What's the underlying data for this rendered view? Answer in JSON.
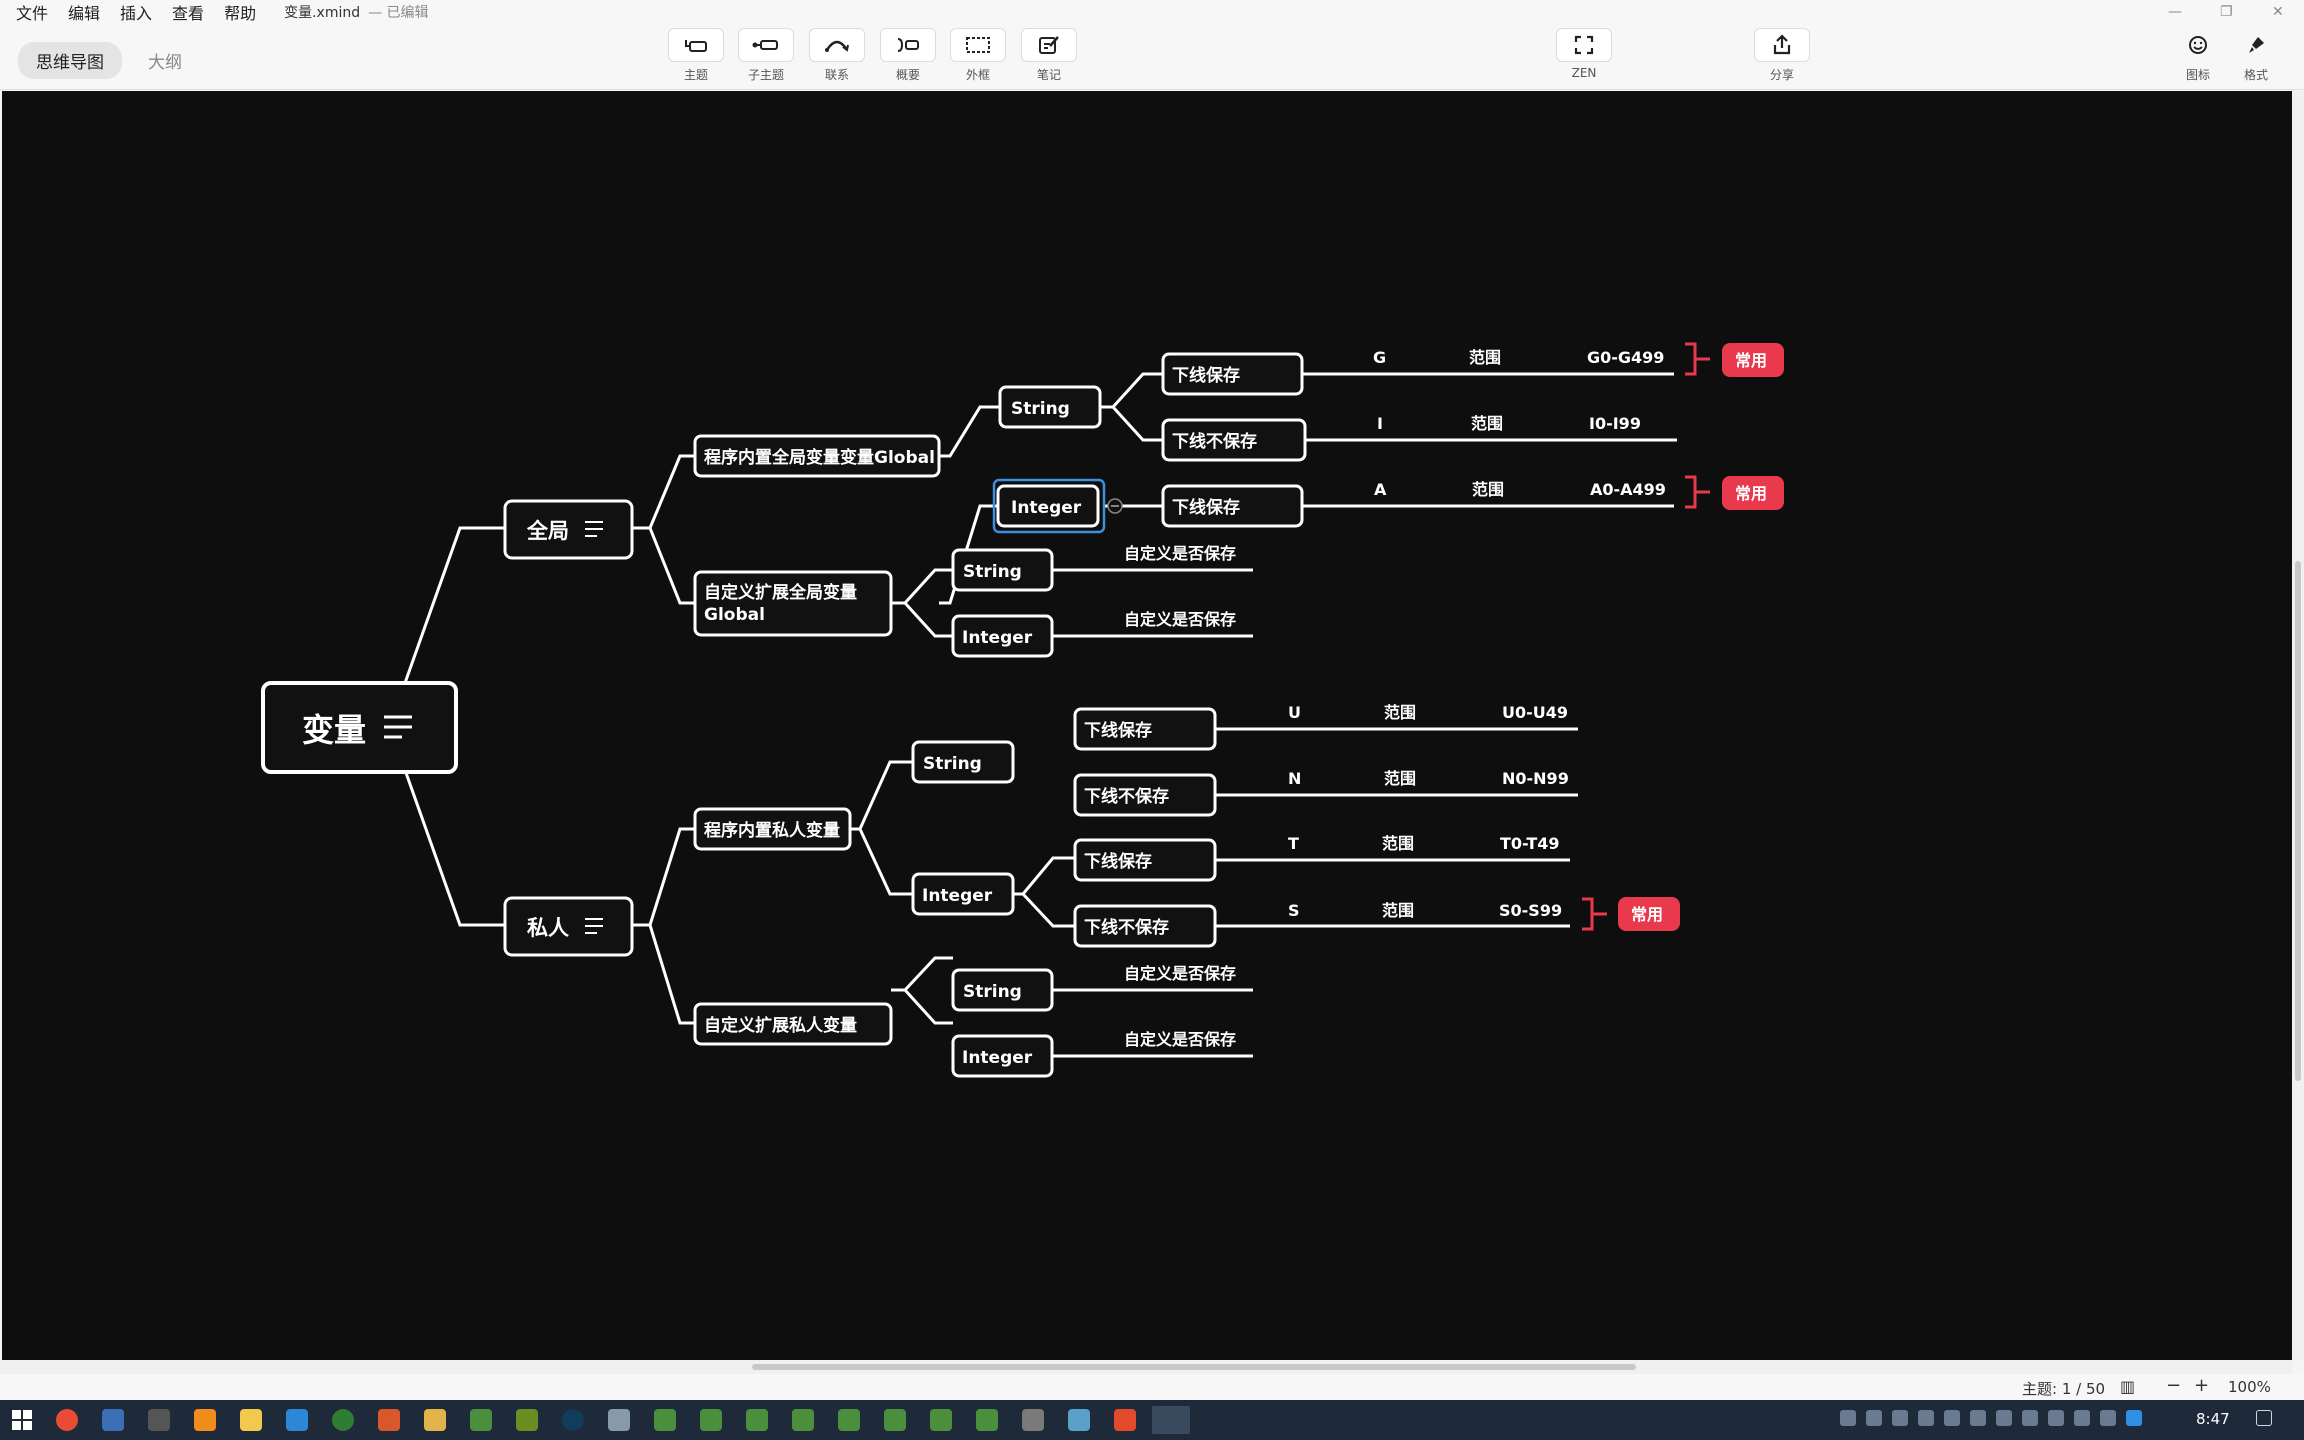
{
  "menu": [
    "文件",
    "编辑",
    "插入",
    "查看",
    "帮助"
  ],
  "document": {
    "filename": "变量.xmind",
    "status": "— 已编辑"
  },
  "view_tabs": {
    "mindmap": "思维导图",
    "outline": "大纲"
  },
  "toolbar": {
    "topic": "主题",
    "subtopic": "子主题",
    "relation": "联系",
    "summary": "概要",
    "boundary": "外框",
    "note": "笔记",
    "zen": "ZEN",
    "share": "分享",
    "icon": "图标",
    "format": "格式"
  },
  "mindmap": {
    "root": "变量",
    "global": {
      "label": "全局",
      "builtin": {
        "label": "程序内置全局变量变量Global",
        "string": {
          "label": "String",
          "save": {
            "label": "下线保存",
            "letter": "G",
            "range_label": "范围",
            "range": "G0-G499",
            "tag": "常用"
          },
          "nosave": {
            "label": "下线不保存",
            "letter": "I",
            "range_label": "范围",
            "range": "I0-I99"
          }
        },
        "integer": {
          "label": "Integer",
          "save": {
            "label": "下线保存",
            "letter": "A",
            "range_label": "范围",
            "range": "A0-A499",
            "tag": "常用"
          }
        }
      },
      "custom": {
        "label_line1": "自定义扩展全局变量",
        "label_line2": "Global",
        "string": {
          "label": "String",
          "note": "自定义是否保存"
        },
        "integer": {
          "label": "Integer",
          "note": "自定义是否保存"
        }
      }
    },
    "private": {
      "label": "私人",
      "builtin": {
        "label": "程序内置私人变量",
        "string": {
          "label": "String",
          "save": {
            "label": "下线保存",
            "letter": "U",
            "range_label": "范围",
            "range": "U0-U49"
          },
          "nosave": {
            "label": "下线不保存",
            "letter": "N",
            "range_label": "范围",
            "range": "N0-N99"
          }
        },
        "integer": {
          "label": "Integer",
          "save": {
            "label": "下线保存",
            "letter": "T",
            "range_label": "范围",
            "range": "T0-T49"
          },
          "nosave": {
            "label": "下线不保存",
            "letter": "S",
            "range_label": "范围",
            "range": "S0-S99",
            "tag": "常用"
          }
        }
      },
      "custom": {
        "label": "自定义扩展私人变量",
        "string": {
          "label": "String",
          "note": "自定义是否保存"
        },
        "integer": {
          "label": "Integer",
          "note": "自定义是否保存"
        }
      }
    }
  },
  "status_bar": {
    "topic_count": "主题: 1 / 50",
    "zoom": "100%"
  },
  "taskbar": {
    "time": "8:47"
  },
  "colors": {
    "canvas_bg": "#0e0e0e",
    "tag_red": "#e8394d",
    "selection_blue": "#3d8fe0"
  }
}
